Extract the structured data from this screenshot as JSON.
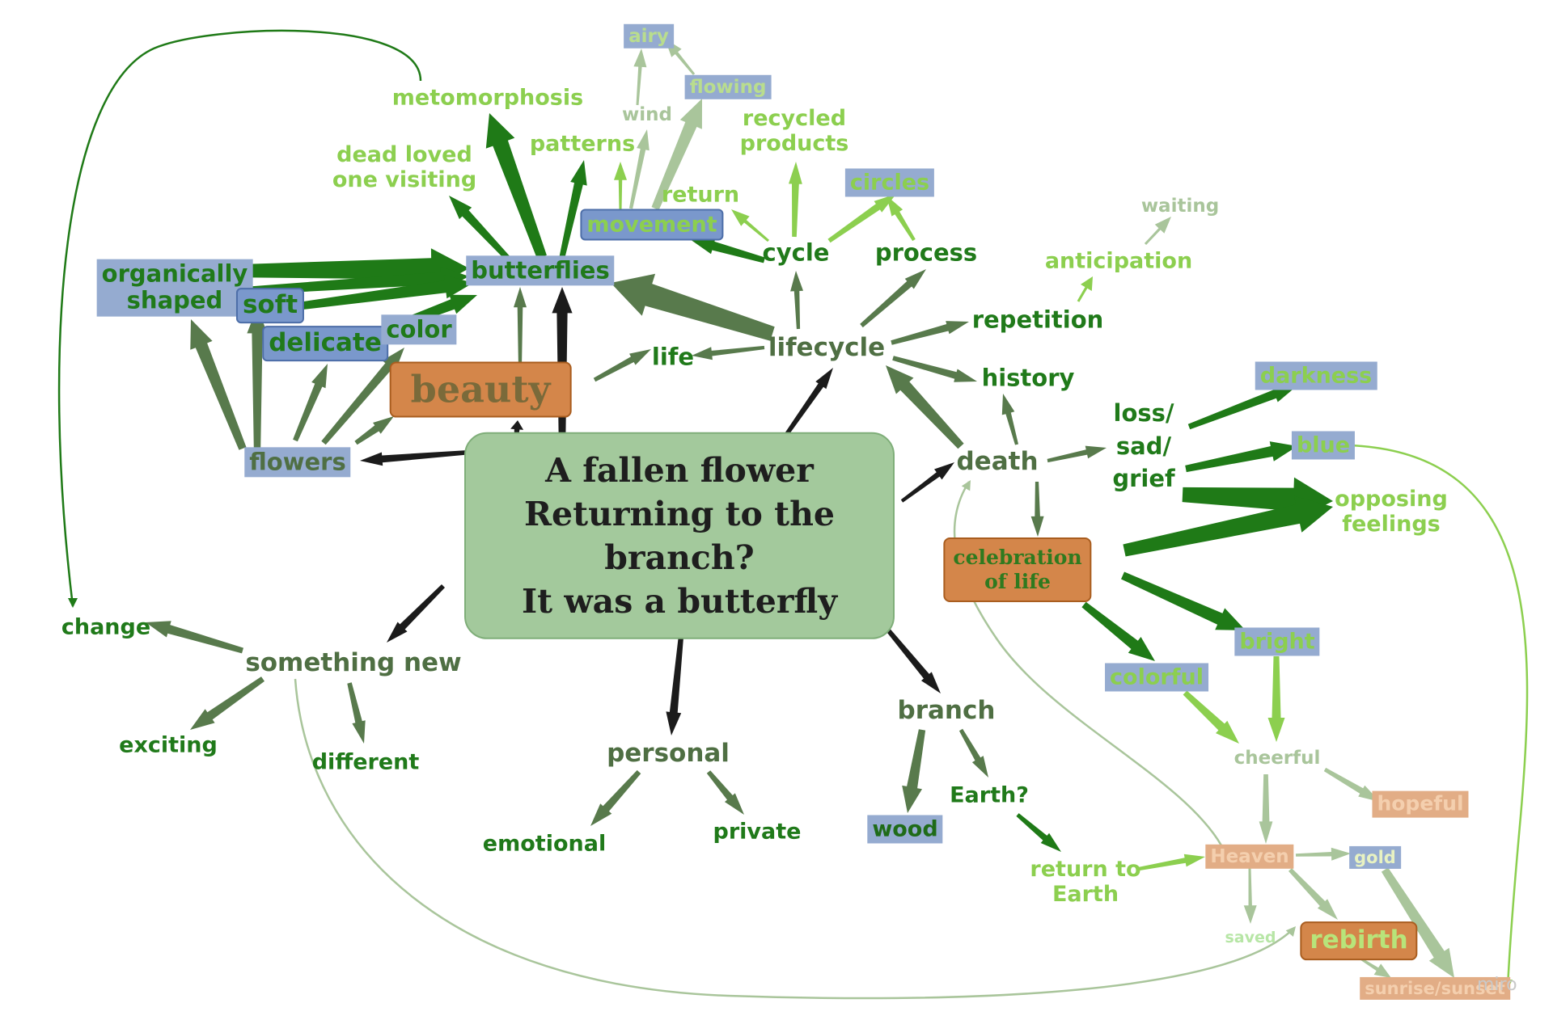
{
  "center_text": [
    "A fallen flower",
    "Returning to the",
    "branch?",
    "It was a butterfly"
  ],
  "nodes": {
    "organically_shaped": [
      "organically",
      "shaped"
    ],
    "soft": "soft",
    "delicate": "delicate",
    "color": "color",
    "beauty": "beauty",
    "flowers": "flowers",
    "butterflies": "butterflies",
    "metomorphosis": "metomorphosis",
    "dead_loved": [
      "dead loved",
      "one visiting"
    ],
    "patterns": "patterns",
    "airy": "airy",
    "wind": "wind",
    "flowing": "flowing",
    "return": "return",
    "movement": "movement",
    "recycled_products": [
      "recycled",
      "products"
    ],
    "circles": "circles",
    "cycle": "cycle",
    "process": "process",
    "waiting": "waiting",
    "anticipation": "anticipation",
    "repetition": "repetition",
    "life": "life",
    "lifecycle": "lifecycle",
    "history": "history",
    "darkness": "darkness",
    "loss_sad_grief": [
      "loss/",
      "sad/",
      "grief"
    ],
    "blue": "blue",
    "death": "death",
    "opposing_feelings": [
      "opposing",
      "feelings"
    ],
    "celebration_of_life": [
      "celebration",
      "of life"
    ],
    "bright": "bright",
    "colorful": "colorful",
    "cheerful": "cheerful",
    "hopeful": "hopeful",
    "heaven": "Heaven",
    "gold": "gold",
    "saved": "saved",
    "rebirth": "rebirth",
    "sunrise_sunset": "sunrise/sunset",
    "change": "change",
    "something_new": "something new",
    "exciting": "exciting",
    "different": "different",
    "personal": "personal",
    "emotional": "emotional",
    "private": "private",
    "branch": "branch",
    "wood": "wood",
    "earth_q": "Earth?",
    "return_to_earth": [
      "return to",
      "Earth"
    ]
  },
  "watermark": "miro",
  "colors": {
    "dark_green": "#207a1a",
    "olive_green": "#4f6f43",
    "light_green": "#8ccf4f",
    "pale_green": "#a9c59b",
    "blue_highlight": "#95abd0",
    "orange_highlight": "#d4864a",
    "salmon_highlight": "#e2ad86",
    "center_fill": "#a3c99c"
  }
}
